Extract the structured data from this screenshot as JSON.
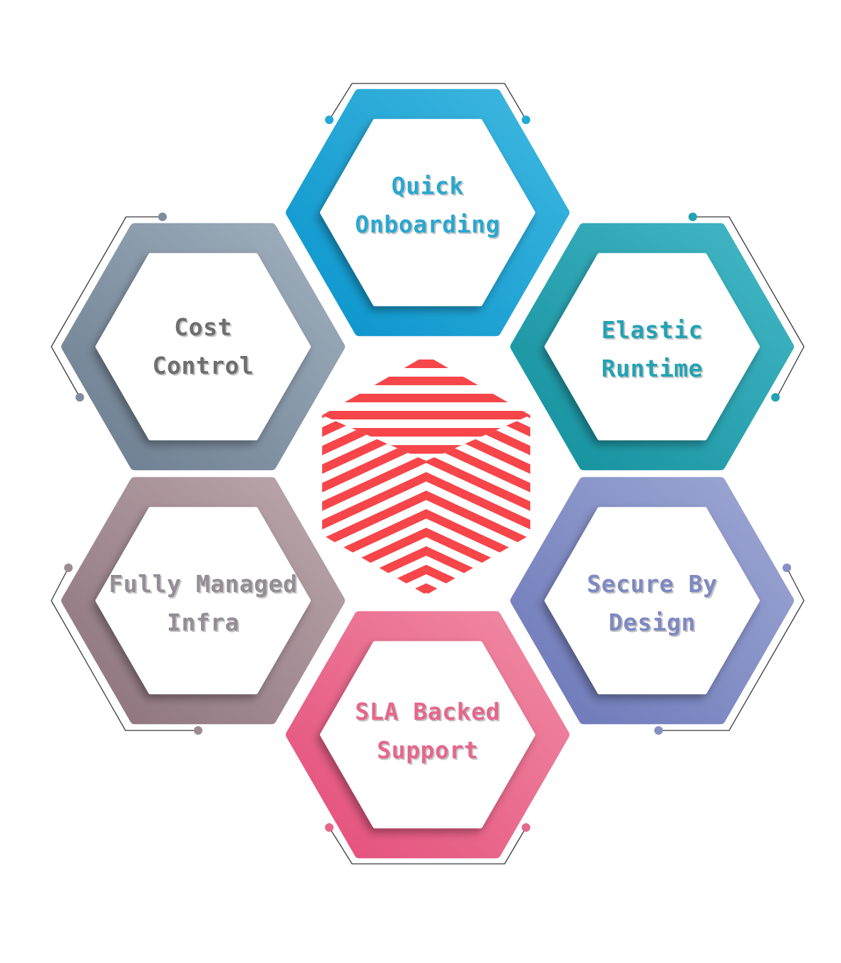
{
  "diagram": {
    "center_logo": {
      "name": "striped-hexagon-logo",
      "color": "#f7464a"
    },
    "hexagons": [
      {
        "id": "quick-onboarding",
        "lines": [
          "Quick",
          "Onboarding"
        ],
        "colors": [
          "#0a94cc",
          "#3fb8e0"
        ],
        "text_color": "#2aa7cf"
      },
      {
        "id": "elastic-runtime",
        "lines": [
          "Elastic",
          "Runtime"
        ],
        "colors": [
          "#138f9c",
          "#45b8c6"
        ],
        "text_color": "#23a2b3"
      },
      {
        "id": "secure-by-design",
        "lines": [
          "Secure By",
          "Design"
        ],
        "colors": [
          "#6b77b8",
          "#9ea8d4"
        ],
        "text_color": "#7f89c2"
      },
      {
        "id": "sla-backed-support",
        "lines": [
          "SLA Backed",
          "Support"
        ],
        "colors": [
          "#e44d7a",
          "#f08ca4"
        ],
        "text_color": "#e5678b"
      },
      {
        "id": "fully-managed-infra",
        "lines": [
          "Fully Managed",
          "Infra"
        ],
        "colors": [
          "#8c727b",
          "#bba8ad"
        ],
        "text_color": "#958d96"
      },
      {
        "id": "cost-control",
        "lines": [
          "Cost",
          "Control"
        ],
        "colors": [
          "#6a7c8e",
          "#a1b1bf"
        ],
        "text_color": "#6e6e6e"
      }
    ]
  }
}
